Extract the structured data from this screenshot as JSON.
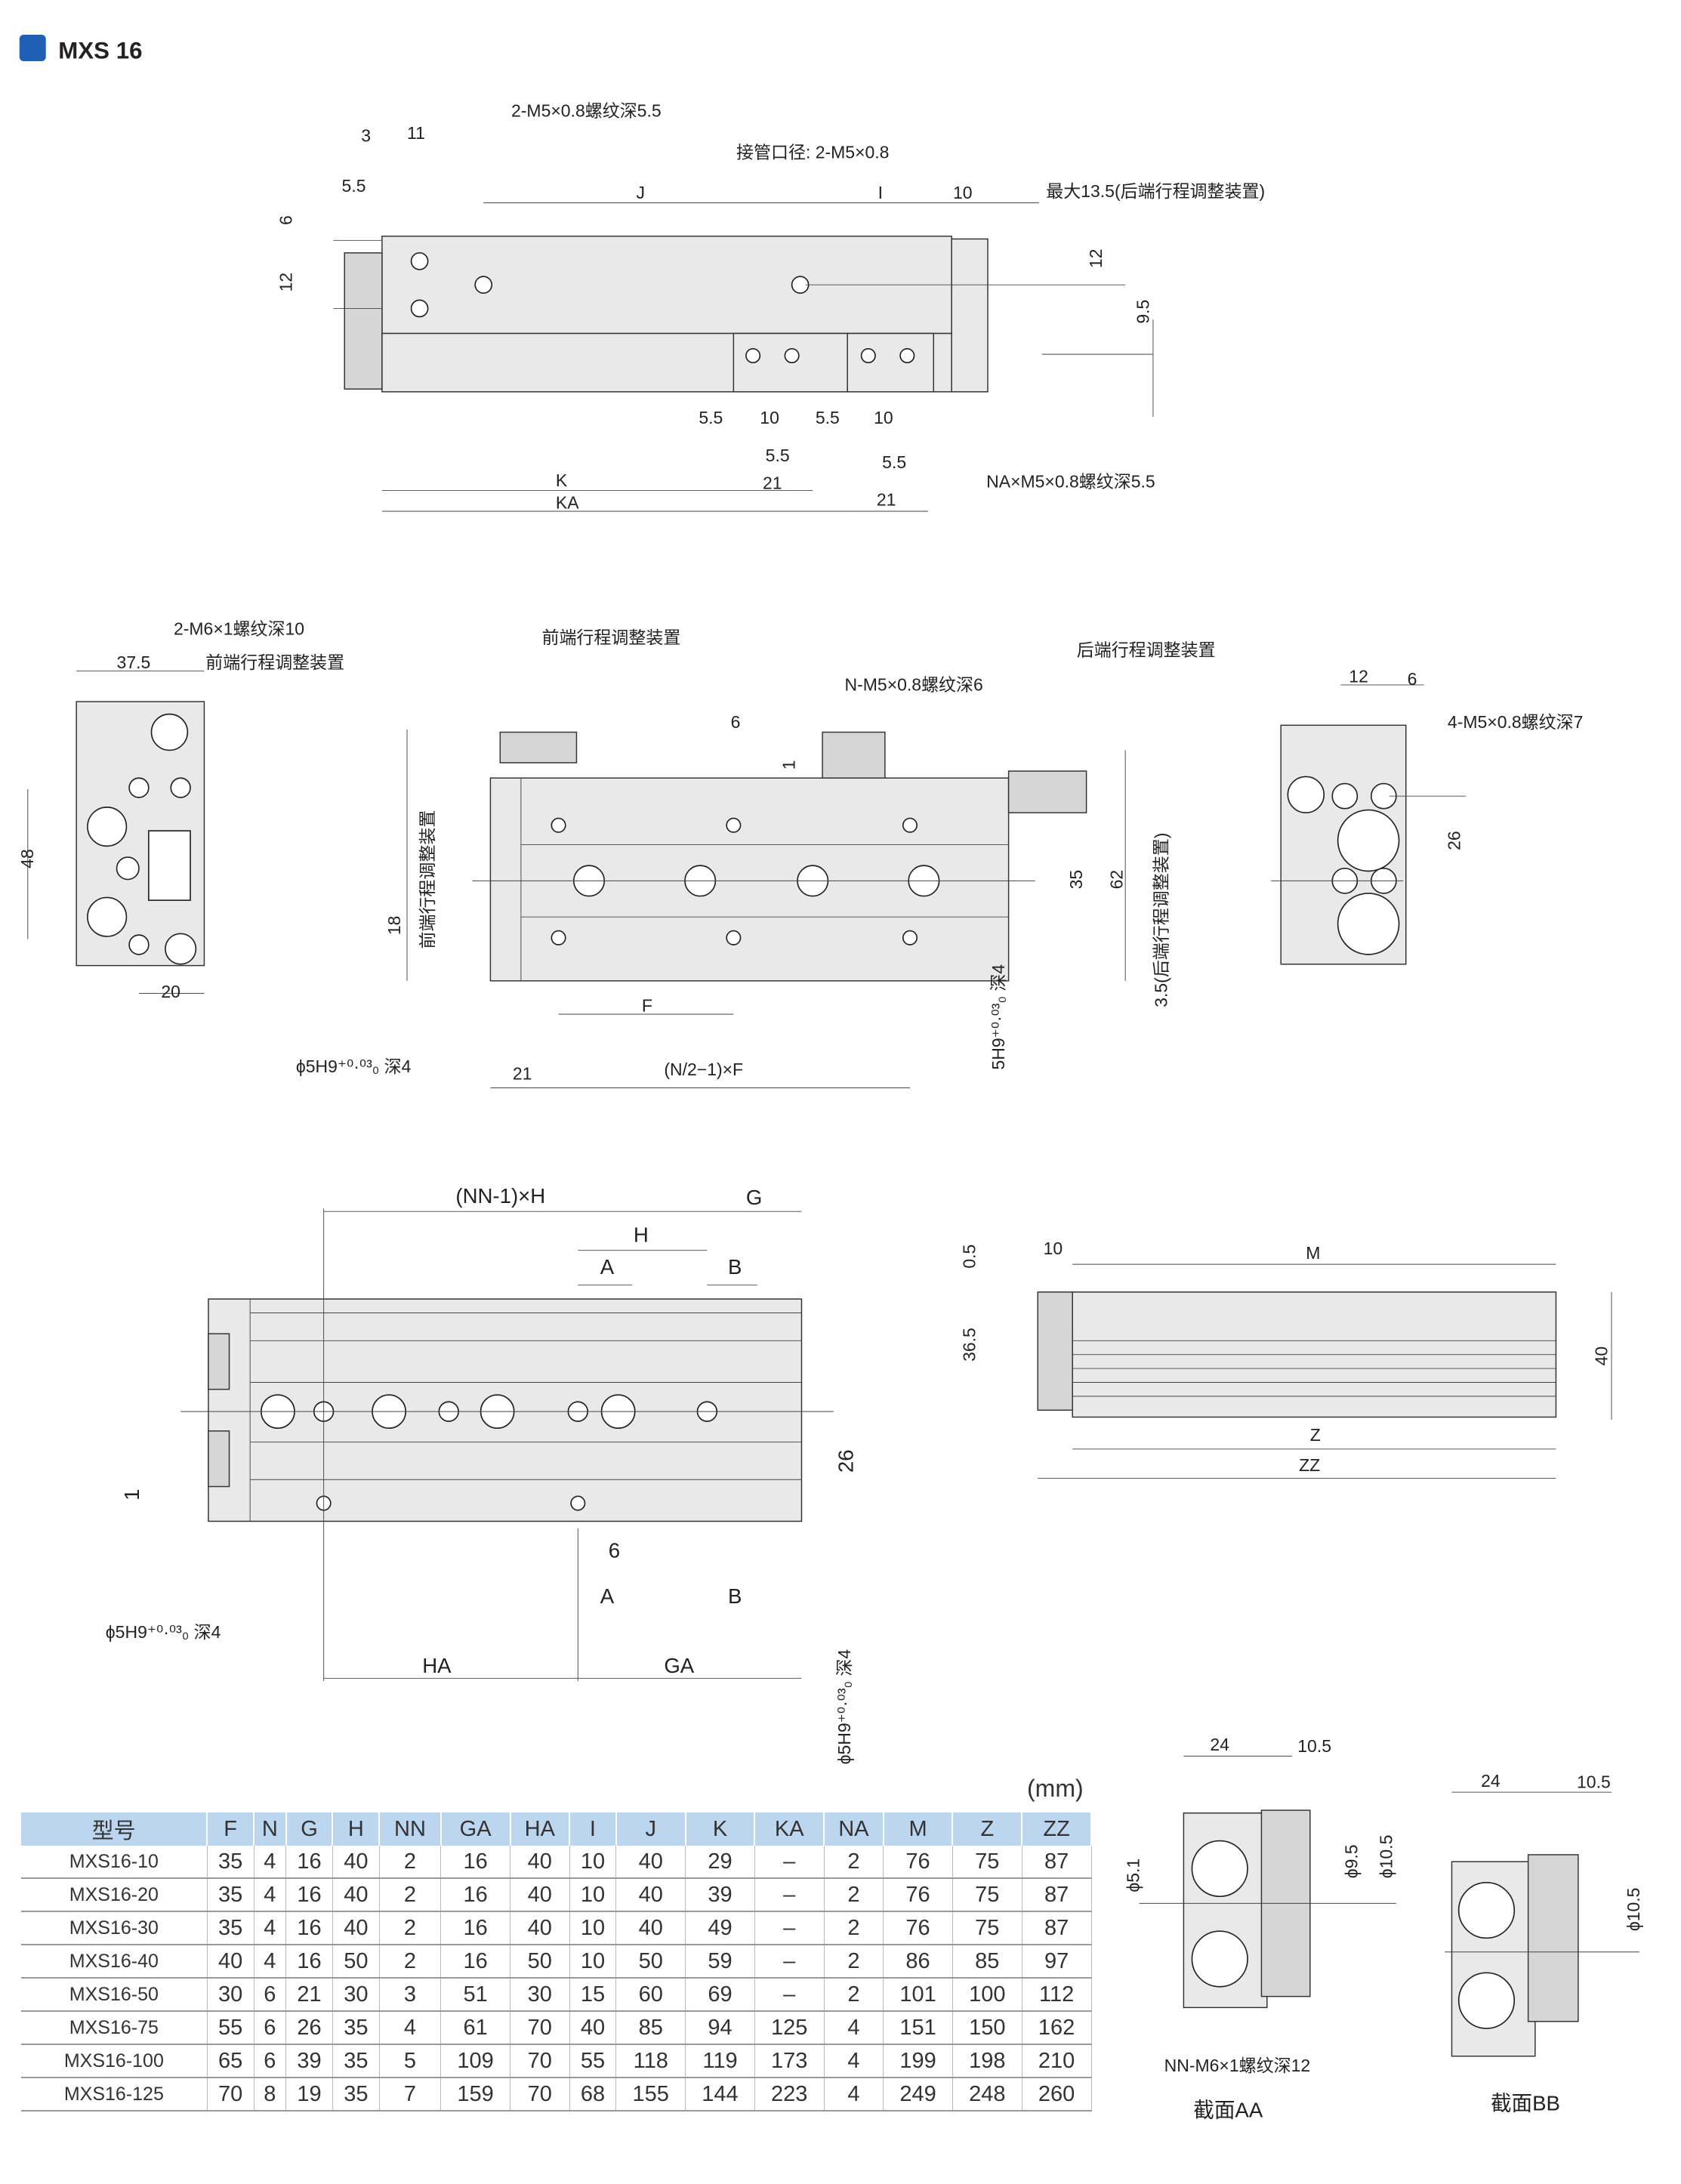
{
  "title": "MXS 16",
  "accent_color": "#1f5fb4",
  "labels": [
    "2-M5×0.8螺纹深5.5",
    "3",
    "11",
    "5.5",
    "J",
    "I",
    "10",
    "接管口径: 2-M5×0.8",
    "最大13.5(后端行程调整装置)",
    "6",
    "12",
    "12",
    "9.5",
    "5.5",
    "10",
    "5.5",
    "10",
    "5.5",
    "5.5",
    "K",
    "21",
    "NA×M5×0.8螺纹深5.5",
    "KA",
    "21",
    "2-M6×1螺纹深10",
    "37.5",
    "前端行程调整装置",
    "48",
    "20",
    "前端行程调整装置",
    "后端行程调整装置",
    "N-M5×0.8螺纹深6",
    "6",
    "1",
    "18",
    "前端行程调整装置",
    "35",
    "62",
    "3.5(后端行程调整装置)",
    "F",
    "ϕ5H9⁺⁰·⁰³₀ 深4",
    "21",
    "(N/2−1)×F",
    "5H9⁺⁰·⁰³₀ 深4",
    "12",
    "6",
    "4-M5×0.8螺纹深7",
    "26",
    "(NN-1)×H",
    "G",
    "H",
    "A",
    "B",
    "26",
    "1",
    "6",
    "A",
    "B",
    "ϕ5H9⁺⁰·⁰³₀ 深4",
    "HA",
    "GA",
    "ϕ5H9⁺⁰·⁰³₀ 深4",
    "0.5",
    "10",
    "M",
    "36.5",
    "40",
    "Z",
    "ZZ",
    "24",
    "10.5",
    "ϕ5.1",
    "ϕ9.5",
    "ϕ10.5",
    "NN-M6×1螺纹深12",
    "截面AA",
    "24",
    "10.5",
    "ϕ10.5",
    "截面BB"
  ],
  "table": {
    "unit": "(mm)",
    "headers": [
      "型号",
      "F",
      "N",
      "G",
      "H",
      "NN",
      "GA",
      "HA",
      "I",
      "J",
      "K",
      "KA",
      "NA",
      "M",
      "Z",
      "ZZ"
    ],
    "rows": [
      [
        "MXS16-10",
        "35",
        "4",
        "16",
        "40",
        "2",
        "16",
        "40",
        "10",
        "40",
        "29",
        "–",
        "2",
        "76",
        "75",
        "87"
      ],
      [
        "MXS16-20",
        "35",
        "4",
        "16",
        "40",
        "2",
        "16",
        "40",
        "10",
        "40",
        "39",
        "–",
        "2",
        "76",
        "75",
        "87"
      ],
      [
        "MXS16-30",
        "35",
        "4",
        "16",
        "40",
        "2",
        "16",
        "40",
        "10",
        "40",
        "49",
        "–",
        "2",
        "76",
        "75",
        "87"
      ],
      [
        "MXS16-40",
        "40",
        "4",
        "16",
        "50",
        "2",
        "16",
        "50",
        "10",
        "50",
        "59",
        "–",
        "2",
        "86",
        "85",
        "97"
      ],
      [
        "MXS16-50",
        "30",
        "6",
        "21",
        "30",
        "3",
        "51",
        "30",
        "15",
        "60",
        "69",
        "–",
        "2",
        "101",
        "100",
        "112"
      ],
      [
        "MXS16-75",
        "55",
        "6",
        "26",
        "35",
        "4",
        "61",
        "70",
        "40",
        "85",
        "94",
        "125",
        "4",
        "151",
        "150",
        "162"
      ],
      [
        "MXS16-100",
        "65",
        "6",
        "39",
        "35",
        "5",
        "109",
        "70",
        "55",
        "118",
        "119",
        "173",
        "4",
        "199",
        "198",
        "210"
      ],
      [
        "MXS16-125",
        "70",
        "8",
        "19",
        "35",
        "7",
        "159",
        "70",
        "68",
        "155",
        "144",
        "223",
        "4",
        "249",
        "248",
        "260"
      ]
    ]
  }
}
